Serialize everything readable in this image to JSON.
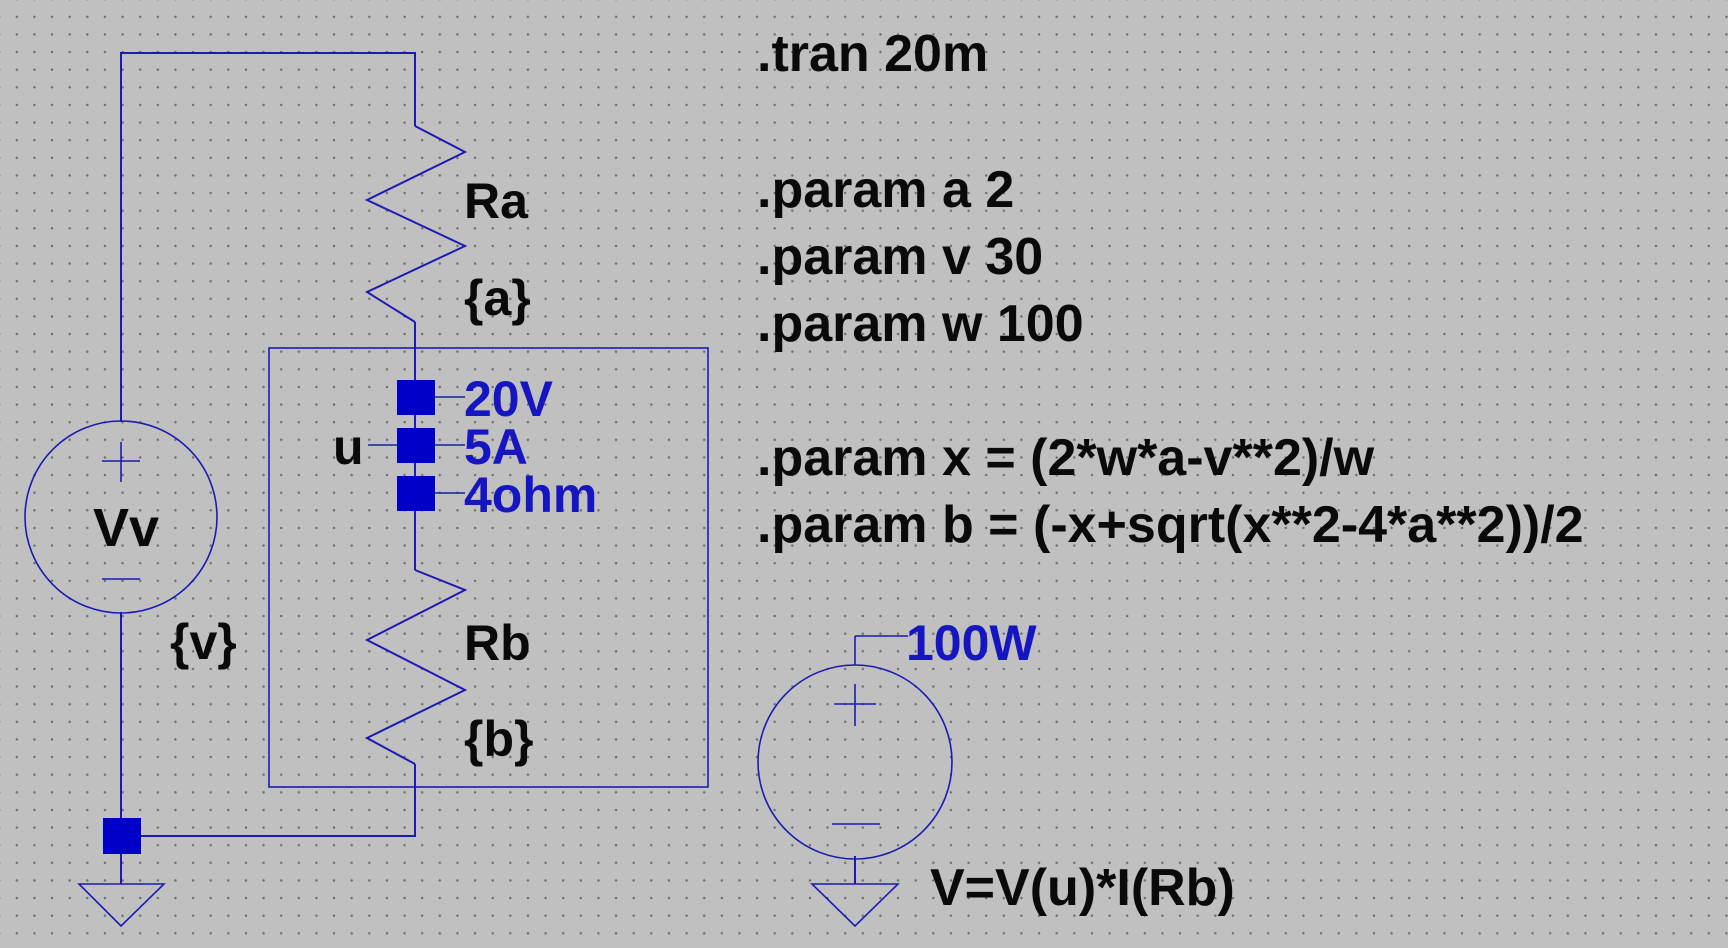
{
  "directives": {
    "tran": ".tran 20m",
    "param_a": ".param a 2",
    "param_v": ".param v 30",
    "param_w": ".param w 100",
    "param_x": ".param x = (2*w*a-v**2)/w",
    "param_b": ".param b = (-x+sqrt(x**2-4*a**2))/2"
  },
  "components": {
    "ra": {
      "name": "Ra",
      "value": "{a}"
    },
    "rb": {
      "name": "Rb",
      "value": "{b}"
    },
    "vv": {
      "name": "Vv",
      "value": "{v}"
    },
    "behavioral_source": {
      "expression": "V=V(u)*I(Rb)"
    }
  },
  "net_labels": {
    "u": "u"
  },
  "probe_readouts": {
    "voltage": "20V",
    "current": "5A",
    "resistance": "4ohm",
    "power": "100W"
  },
  "colors": {
    "wire": "#1b1bb3",
    "readout_text": "#1515c2",
    "node": "#0000c8",
    "background": "#c0c0c0"
  }
}
